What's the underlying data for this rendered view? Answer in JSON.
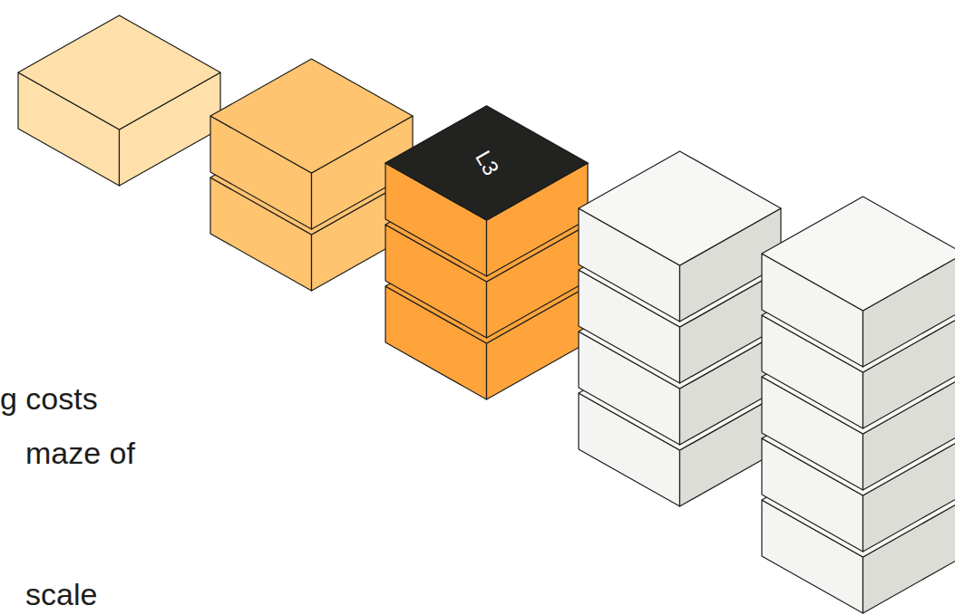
{
  "diagram": {
    "nodes": [
      {
        "text": [
          "L3"
        ]
      }
    ],
    "labels": [
      "g costs",
      "maze of",
      "scale"
    ]
  }
}
